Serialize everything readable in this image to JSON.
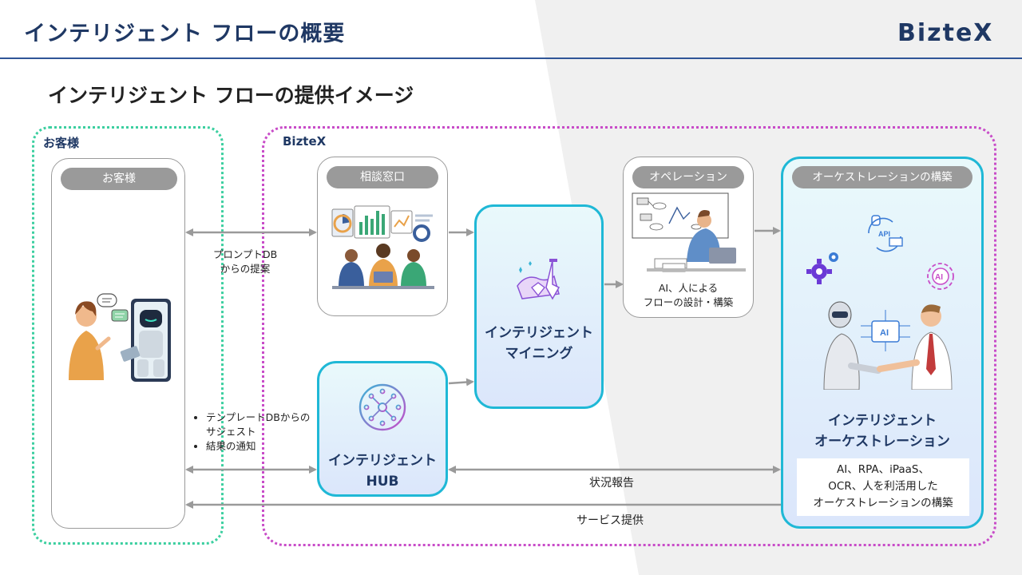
{
  "header": {
    "title": "インテリジェント フローの概要",
    "logo": "BizteX",
    "subtitle": "インテリジェント フローの提供イメージ"
  },
  "customer_section": {
    "label": "お客様",
    "card_pill": "お客様"
  },
  "biztex_section": {
    "label": "BizteX"
  },
  "consult": {
    "pill": "相談窓口"
  },
  "operation": {
    "pill": "オペレーション",
    "caption_1": "AI、人による",
    "caption_2": "フローの設計・構築"
  },
  "orchestration_build": {
    "pill": "オーケストレーションの構築",
    "title_1": "インテリジェント",
    "title_2": "オーケストレーション",
    "desc_1": "AI、RPA、iPaaS、",
    "desc_2": "OCR、人を利活用した",
    "desc_3": "オーケストレーションの構築",
    "ai_chip": "AI",
    "api_label": "API"
  },
  "mining": {
    "title_1": "インテリジェント",
    "title_2": "マイニング"
  },
  "hub": {
    "title_1": "インテリジェント",
    "title_2": "HUB"
  },
  "flows": {
    "prompt_1": "プロンプトDB",
    "prompt_2": "からの提案",
    "note_1a": "テンプレートDBからの",
    "note_1b": "サジェスト",
    "note_2": "結果の通知",
    "status_report": "状況報告",
    "service": "サービス提供"
  },
  "colors": {
    "navy": "#1f3864",
    "cyan": "#1fb8d6",
    "green_dotted": "#3ccfa0",
    "pink_dotted": "#c84cc8",
    "pill_gray": "#9a9a9a"
  }
}
